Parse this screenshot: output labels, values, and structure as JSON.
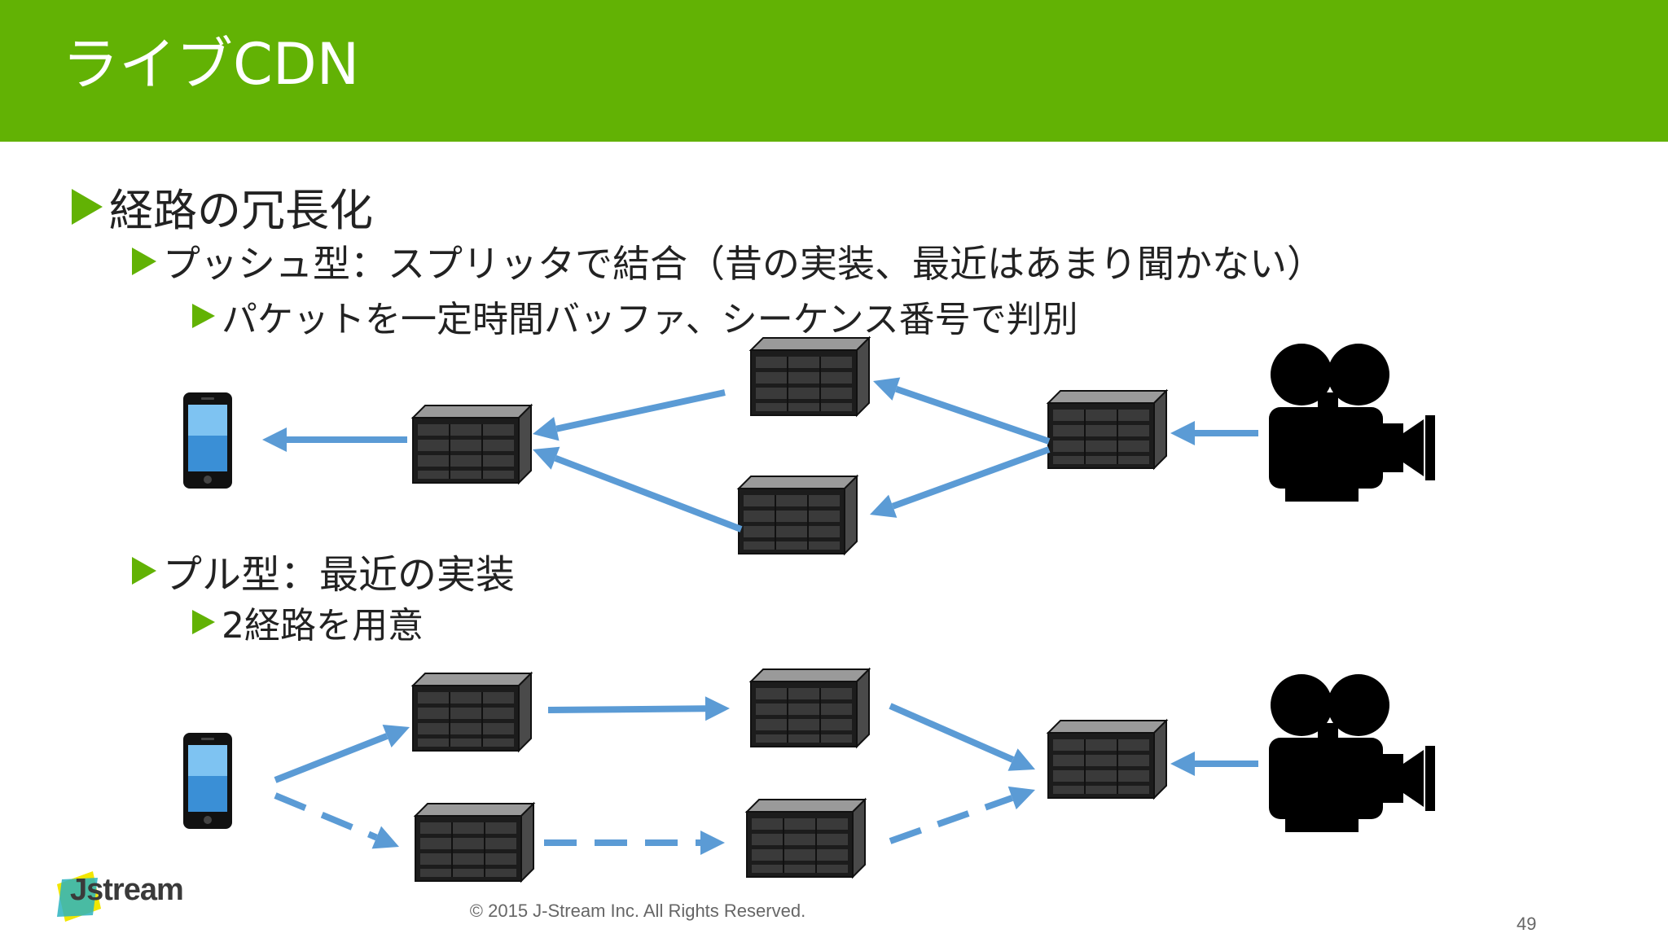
{
  "header": {
    "title": "ライブCDN",
    "accent_color": "#62b204"
  },
  "bullets": {
    "l1": "経路の冗長化",
    "push": "プッシュ型：スプリッタで結合（昔の実装、最近はあまり聞かない）",
    "push_detail": "パケットを一定時間バッファ、シーケンス番号で判別",
    "pull": "プル型：最近の実装",
    "pull_detail": "2経路を用意"
  },
  "diagram": {
    "arrow_color": "#5b9bd5",
    "icons": [
      "smartphone-icon",
      "server-icon",
      "video-camera-icon"
    ]
  },
  "footer": {
    "copyright": "© 2015 J-Stream Inc. All Rights Reserved.",
    "page_number": "49",
    "logo": "Jstream"
  }
}
